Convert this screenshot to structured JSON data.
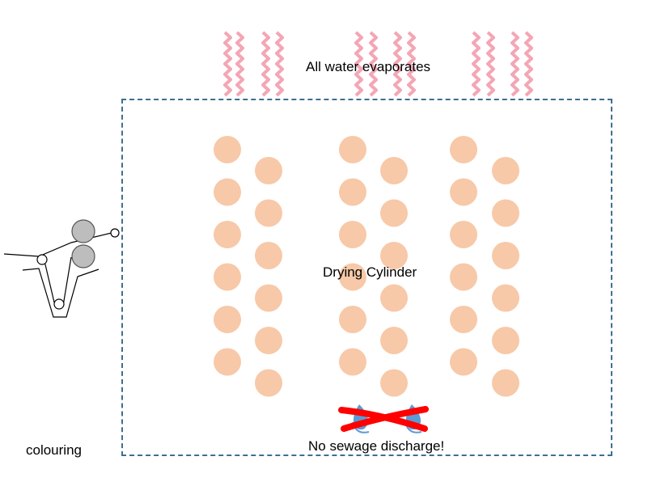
{
  "labels": {
    "evaporation": "All water evaporates",
    "cylinder": "Drying Cylinder",
    "sewage": "No sewage discharge!",
    "colouring": "colouring"
  },
  "colors": {
    "cylinder_fill": "#f7c9a8",
    "steam_wave": "#f4a6b5",
    "box_border": "#3f6e8f",
    "roller_fill": "#bdbdbd",
    "water_drop": "#5b9bd5",
    "cross": "#ff0000"
  },
  "icons": {
    "steam": "wavy-steam-lines",
    "cylinder": "circle",
    "prohibited_water": "water-drops-crossed-out",
    "dyeing_unit": "padding-mangle-rollers"
  }
}
